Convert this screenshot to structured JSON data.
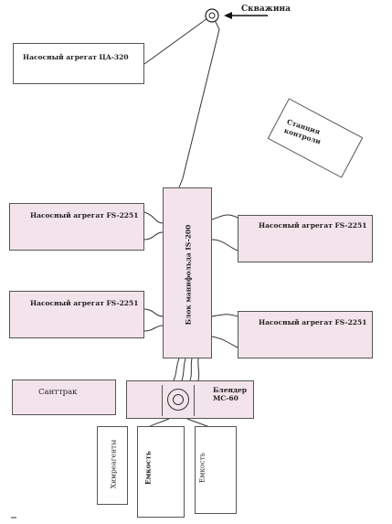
{
  "well": {
    "label": "Скважина"
  },
  "units": {
    "pump_top": "Насосный агрегат ЦА-320",
    "control_station": "Станция контроли",
    "pump_left_1": "Насосный агрегат  FS-2251",
    "pump_left_2": "Насосный агрегат  FS-2251",
    "pump_right_1": "Насосный агрегат  FS-2251",
    "pump_right_2": "Насосный агрегат  FS-2251",
    "manifold": "Блок манифольда  IS-200",
    "sanitrak": "Санттрак",
    "blender": "Блендер МС-60",
    "chem": "Химреагенты",
    "tank_1": "Емкость",
    "tank_2": "Емкость"
  },
  "colors": {
    "unit_fill": "#f3e3ea",
    "line": "#333333"
  }
}
